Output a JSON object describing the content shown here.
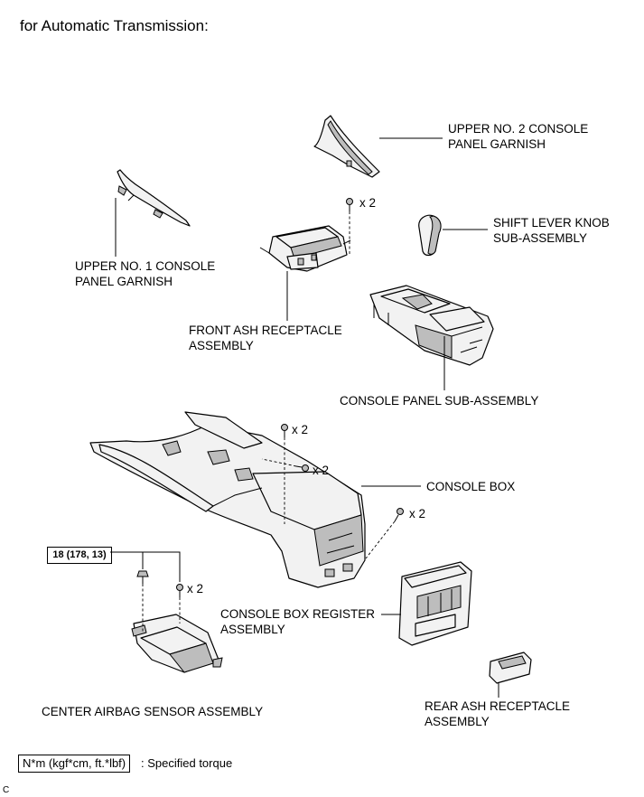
{
  "title": "for Automatic Transmission:",
  "labels": {
    "upper_no2_garnish": [
      "UPPER NO. 2 CONSOLE",
      "PANEL GARNISH"
    ],
    "upper_no1_garnish": [
      "UPPER NO. 1 CONSOLE",
      "PANEL GARNISH"
    ],
    "shift_lever_knob": [
      "SHIFT LEVER KNOB",
      "SUB-ASSEMBLY"
    ],
    "front_ash_receptacle": [
      "FRONT ASH RECEPTACLE",
      "ASSEMBLY"
    ],
    "console_panel": "CONSOLE PANEL SUB-ASSEMBLY",
    "console_box": "CONSOLE BOX",
    "console_box_register": [
      "CONSOLE BOX REGISTER",
      "ASSEMBLY"
    ],
    "center_airbag_sensor": "CENTER AIRBAG SENSOR ASSEMBLY",
    "rear_ash_receptacle": [
      "REAR ASH RECEPTACLE",
      "ASSEMBLY"
    ]
  },
  "quantities": {
    "front_ash_screws": "x 2",
    "console_box_top_screws": "x 2",
    "console_box_side_screws": "x 2",
    "console_box_rear_screws": "x 2",
    "airbag_sensor_bolts": "x 2"
  },
  "torque": "18 (178, 13)",
  "legend": {
    "box": "N*m (kgf*cm, ft.*lbf)",
    "text": ": Specified torque"
  },
  "illustration_code": "C"
}
